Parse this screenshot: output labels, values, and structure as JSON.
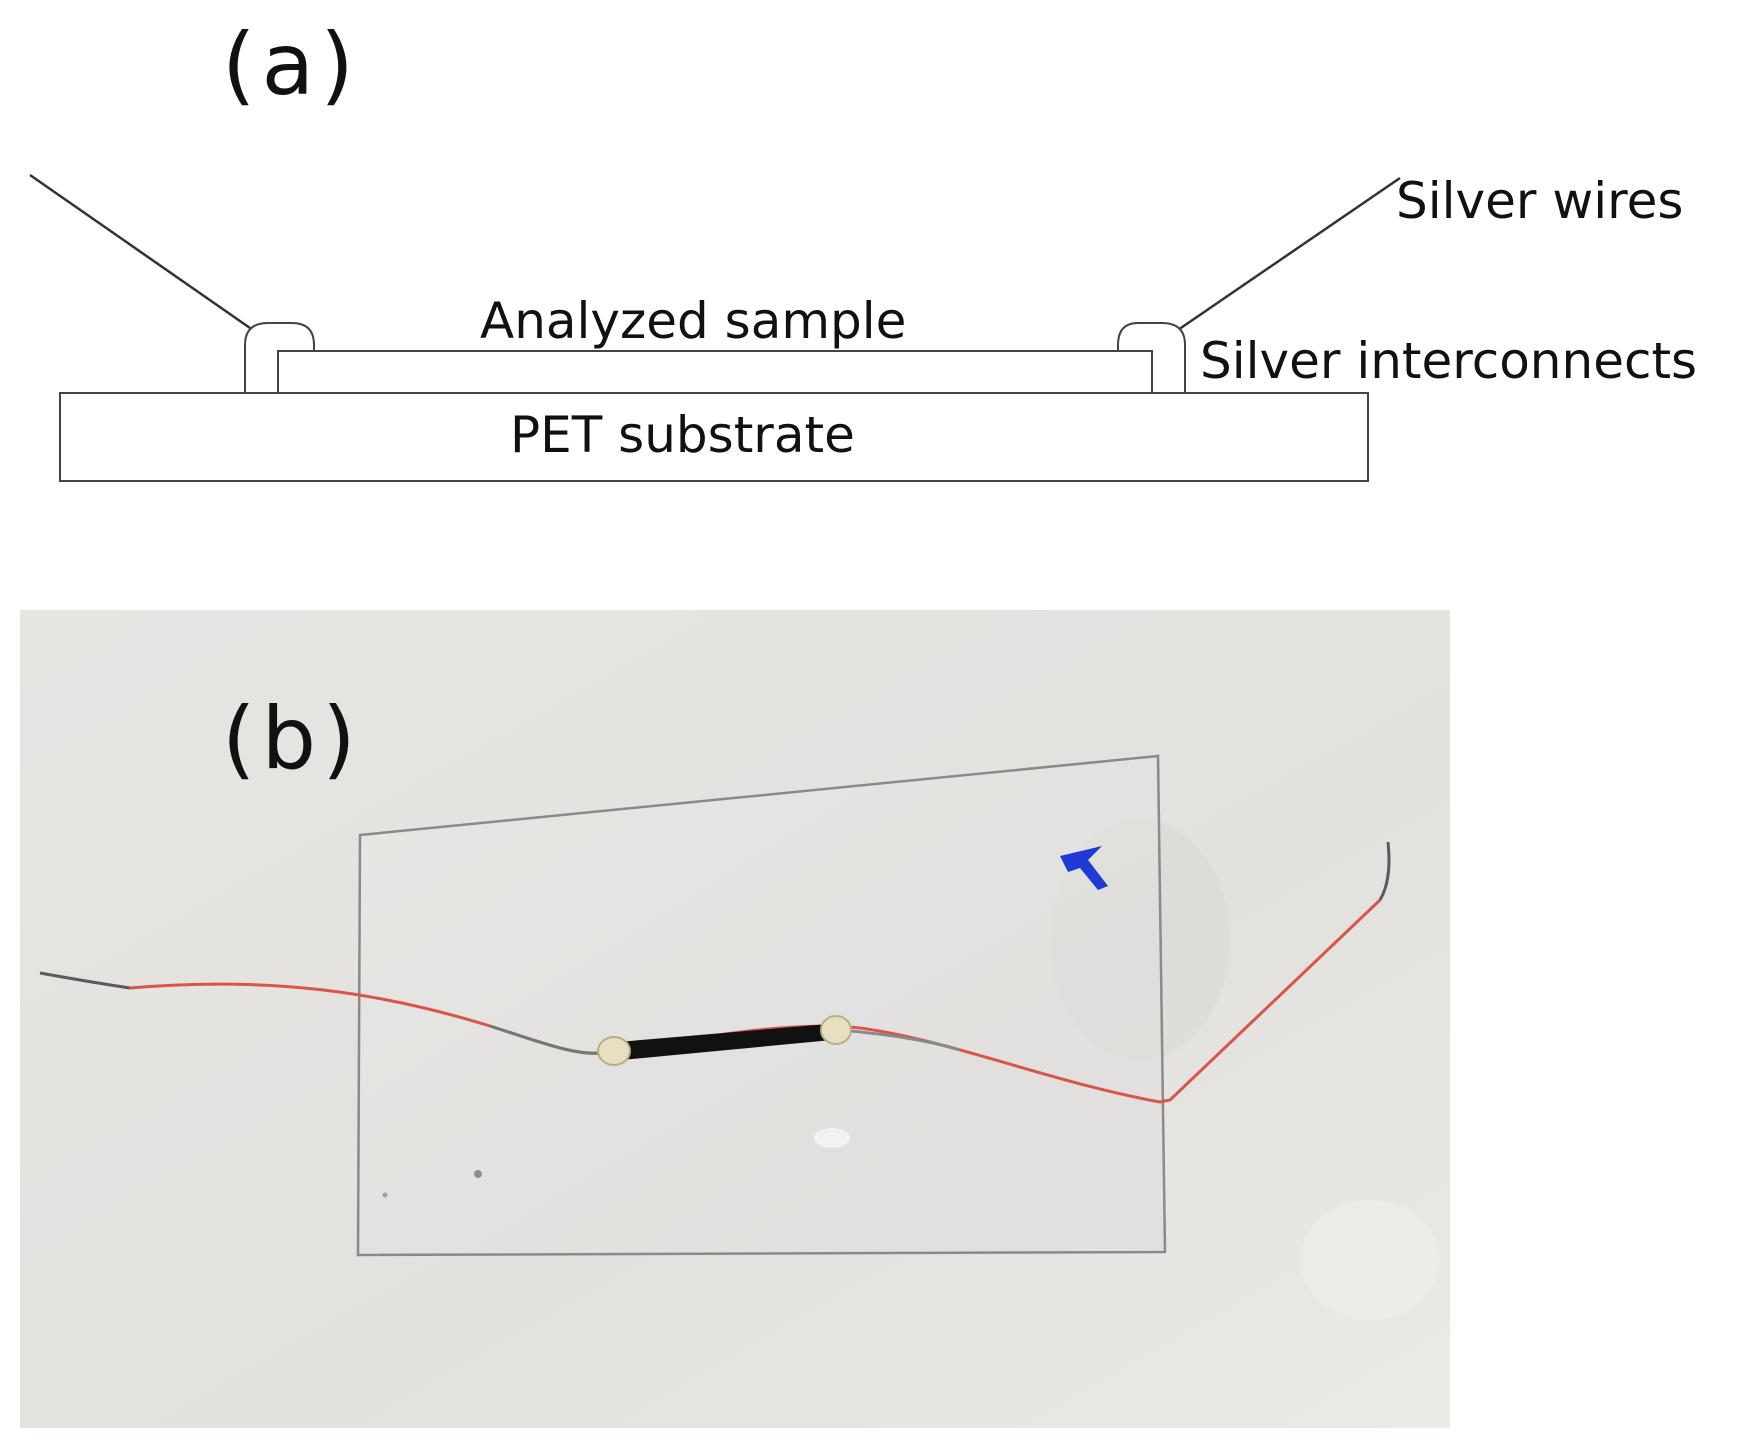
{
  "panel_a": {
    "label": "(a)",
    "labels": {
      "silver_wires": "Silver wires",
      "analyzed_sample": "Analyzed sample",
      "silver_interconnects": "Silver interconnects",
      "pet_substrate": "PET substrate"
    }
  },
  "panel_b": {
    "label": "(b)"
  },
  "colors": {
    "line": "#333333",
    "photo_background": "#e3e2df",
    "film_edge": "#8a8a8a",
    "red_wire": "#d8554a",
    "sample": "#111111",
    "silver_paste": "#e8dfc2",
    "blue_mark": "#1f3ad6"
  }
}
